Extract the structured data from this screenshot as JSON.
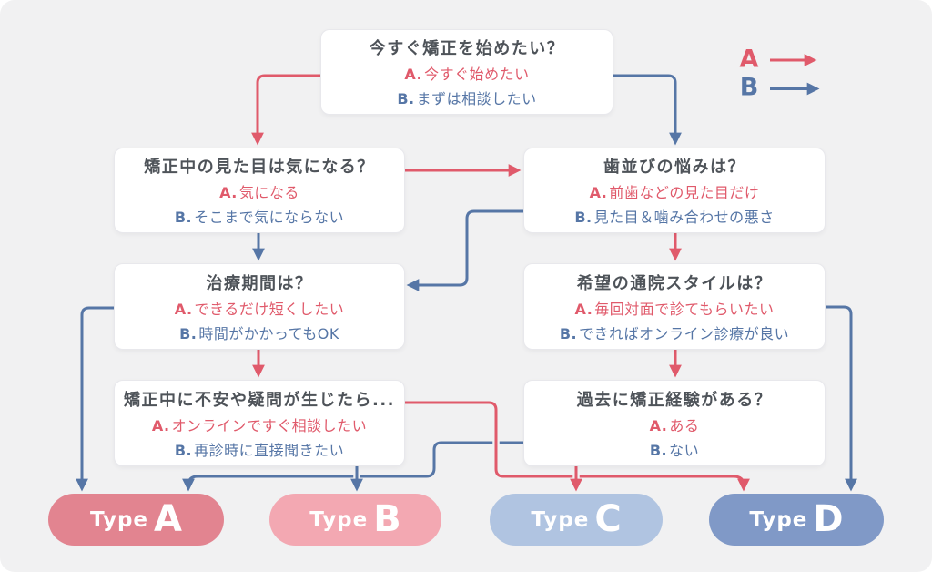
{
  "colors": {
    "bg": "#f1f1f2",
    "text": "#4e5359",
    "red": "#e05a6b",
    "blue": "#5676a6",
    "type_a": "#e28490",
    "type_b": "#f3a8b2",
    "type_c": "#b0c4e1",
    "type_d": "#8099c7"
  },
  "legend": {
    "a": "A",
    "b": "B"
  },
  "prefixes": {
    "a": "A.",
    "b": "B."
  },
  "nodes": {
    "start": {
      "question": "今すぐ矯正を始めたい？",
      "a": "今すぐ始めたい",
      "b": "まずは相談したい"
    },
    "looks": {
      "question": "矯正中の見た目は気になる？",
      "a": "気になる",
      "b": "そこまで気にならない"
    },
    "concern": {
      "question": "歯並びの悩みは？",
      "a": "前歯などの見た目だけ",
      "b": "見た目＆噛み合わせの悪さ"
    },
    "duration": {
      "question": "治療期間は？",
      "a": "できるだけ短くしたい",
      "b": "時間がかかってもOK"
    },
    "visit": {
      "question": "希望の通院スタイルは？",
      "a": "毎回対面で診てもらいたい",
      "b": "できればオンライン診療が良い"
    },
    "anxiety": {
      "question": "矯正中に不安や疑問が生じたら...",
      "a": "オンラインですぐ相談したい",
      "b": "再診時に直接聞きたい"
    },
    "experience": {
      "question": "過去に矯正経験がある？",
      "a": "ある",
      "b": "ない"
    }
  },
  "results": [
    {
      "word": "Type",
      "letter": "A"
    },
    {
      "word": "Type",
      "letter": "B"
    },
    {
      "word": "Type",
      "letter": "C"
    },
    {
      "word": "Type",
      "letter": "D"
    }
  ],
  "edges": [
    {
      "from": "start",
      "answer": "A",
      "to": "looks"
    },
    {
      "from": "start",
      "answer": "B",
      "to": "concern"
    },
    {
      "from": "looks",
      "answer": "A",
      "to": "concern"
    },
    {
      "from": "looks",
      "answer": "B",
      "to": "duration"
    },
    {
      "from": "concern",
      "answer": "A",
      "to": "visit"
    },
    {
      "from": "concern",
      "answer": "B",
      "to": "duration"
    },
    {
      "from": "duration",
      "answer": "A",
      "to": "anxiety"
    },
    {
      "from": "duration",
      "answer": "B",
      "to": "type-a"
    },
    {
      "from": "visit",
      "answer": "A",
      "to": "experience"
    },
    {
      "from": "visit",
      "answer": "B",
      "to": "type-d"
    },
    {
      "from": "anxiety",
      "answer": "A",
      "to": "type-d"
    },
    {
      "from": "anxiety",
      "answer": "B",
      "to": "type-b"
    },
    {
      "from": "experience",
      "answer": "A",
      "to": "type-c"
    },
    {
      "from": "experience",
      "answer": "B",
      "to": "type-a"
    }
  ]
}
